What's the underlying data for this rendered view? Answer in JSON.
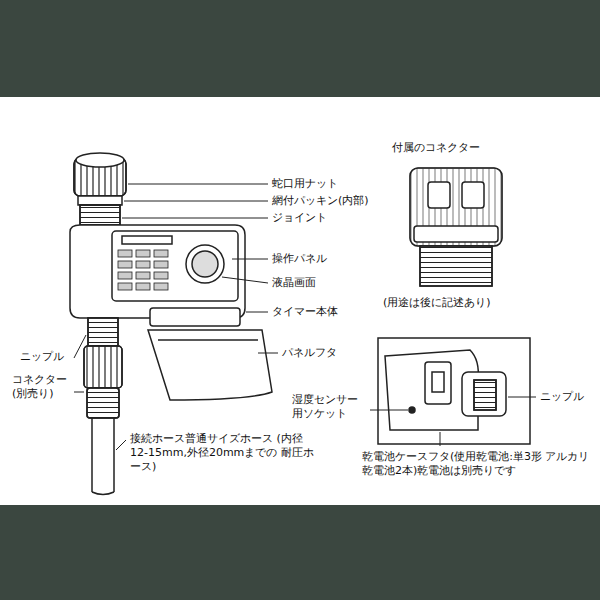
{
  "diagram": {
    "labels": [
      "付属のコネクター",
      "蛇口用ナット",
      "網付パッキン(内部)",
      "ジョイント",
      "操作パネル",
      "液晶画面",
      "タイマー本体",
      "パネルフタ",
      "ニップル",
      "コネクター (別売り)",
      "接続ホース普通サイズホース (内径12-15mm,外径20mmまでの 耐圧ホース)",
      "(用途は後に記述あり)",
      "湿度センサー 用ソケット",
      "ニップル",
      "乾電池ケースフタ(使用乾電池:単3形 アルカリ乾電池2本)乾電池は別売りです"
    ]
  }
}
